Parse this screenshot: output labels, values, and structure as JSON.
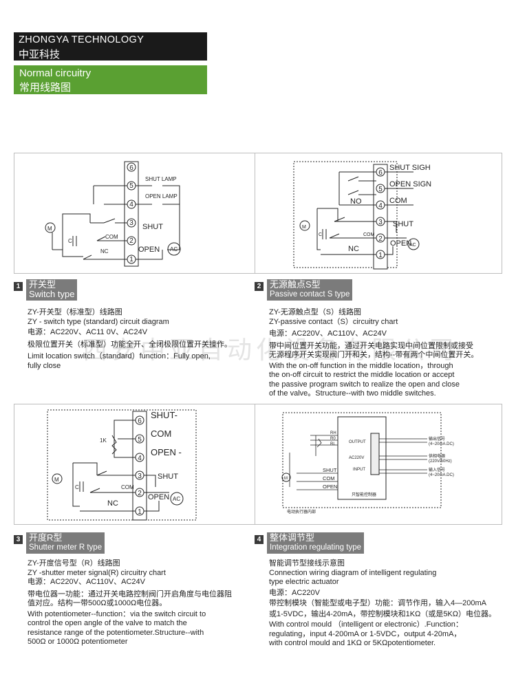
{
  "header": {
    "brand_en": "ZHONGYA TECHNOLOGY",
    "brand_cn": "中亚科技",
    "section_en": "Normal circuitry",
    "section_cn": "常用线路图"
  },
  "watermark": "西安中亚自动化设备有限公司",
  "sections": [
    {
      "num": "1",
      "title_cn": "开关型",
      "title_en": "Switch type",
      "lines": [
        "ZY-开关型（标准型）线路图",
        "ZY - switch type (standard)  circuit diagram",
        "电源：AC220V、AC11 0V、AC24V",
        "极限位置开关（标准型）功能全开、全闭极限位置开关操作。",
        "Limit location switch（standard）function：Fully open,",
        "fully close"
      ]
    },
    {
      "num": "2",
      "title_cn": "无源触点S型",
      "title_en": "Passive contact S type",
      "lines": [
        "ZY-无源触点型（S）线路图",
        "ZY-passive contact（S）circuitry chart",
        "电源：AC220V、AC110V、AC24V",
        "带中间位置开关功能，通过开关电路实现中间位置限制或接受",
        "无源程序开关实现阀门开和关，结构--带有两个中间位置开关。",
        "With the on-off function in the middle location，through",
        "the on-off circuit to restrict the middle location or accept",
        "the passive program switch to realize the open and close",
        "of the valve。Structure--with two middle switches."
      ]
    },
    {
      "num": "3",
      "title_cn": "开度R型",
      "title_en": "Shutter meter R type",
      "lines": [
        "ZY-开度信号型（R）线路图",
        "ZY -shutter meter signal(R) circuitry chart",
        "电源：AC220V、AC110V、AC24V",
        "带电位器一功能：通过开关电路控制阀门开启角度与电位器阻",
        "值对应。结构一带500Ω或1000Ω电位器。",
        "With potentiometer--function：via the switch circuit to",
        "control the open angle of the valve to match the",
        "resistance range of the potentiometer.Structure--with",
        "500Ω or 1000Ω potentiometer"
      ]
    },
    {
      "num": "4",
      "title_cn": "整体调节型",
      "title_en": "Integration regulating type",
      "lines": [
        "智能调节型接线示意图",
        "Connection wiring diagram of intelligent regulating",
        "type electric actuator",
        "电源：AC220V",
        "带控制模块（智能型或电子型）功能：调节作用，输入4—200mA",
        "或1-5VDC，输出4-20mA，带控制模块和1KΩ（或是5KΩ）电位器。",
        "With control mould （intelligent or electronic）.Function：",
        "regulating，input 4-200mA or 1-5VDC，output 4-20mA，",
        "with control mould and 1KΩ or 5KΩpotentiometer."
      ]
    }
  ],
  "diagrams": {
    "d1": {
      "shut_lamp": "SHUT LAMP",
      "open_lamp": "OPEN LAMP",
      "shut": "SHUT",
      "com": "COM",
      "open": "OPEN",
      "nc": "NC",
      "ac": "AC",
      "m": "M",
      "c": "C",
      "t1": "1",
      "t2": "2",
      "t3": "3",
      "t4": "4",
      "t5": "5",
      "t6": "6"
    },
    "d2": {
      "shut_sigh": "SHUT  SIGH",
      "open_sign": "OPEN  SIGN",
      "no": "NO",
      "com": "COM",
      "shut": "SHUT",
      "com_small": "COM",
      "open": "OPEN",
      "nc": "NC",
      "ac": "AC",
      "m": "M",
      "c": "C",
      "t1": "1",
      "t2": "2",
      "t3": "3",
      "t4": "4",
      "t5": "5",
      "t6": "6"
    },
    "d3": {
      "shut_top": "SHUT-",
      "com_top": "COM",
      "open_top": "OPEN -",
      "k1": "1K",
      "shut": "SHUT",
      "com_small": "COM",
      "open": "OPEN",
      "nc": "NC",
      "ac": "AC",
      "m": "M",
      "c": "C",
      "t1": "1",
      "t2": "2",
      "t3": "3",
      "t4": "4",
      "t5": "5",
      "t6": "6"
    },
    "d4": {
      "rh": "RH",
      "r0": "R0",
      "rl": "RL",
      "output": "OUTPUT",
      "ac220": "AC220V",
      "input": "INPUT",
      "shut": "SHUT",
      "com": "COM",
      "open": "OPEN",
      "out_sig1": "输出信号",
      "out_sig2": "(4~20mA.DC)",
      "pwr1": "供相电源",
      "pwr2": "(220V/50Hz)",
      "in_sig1": "输入信号",
      "in_sig2": "(4~20mA.DC)",
      "module": "只智能控制器",
      "inner": "电动执行器内部",
      "m": "M"
    }
  }
}
